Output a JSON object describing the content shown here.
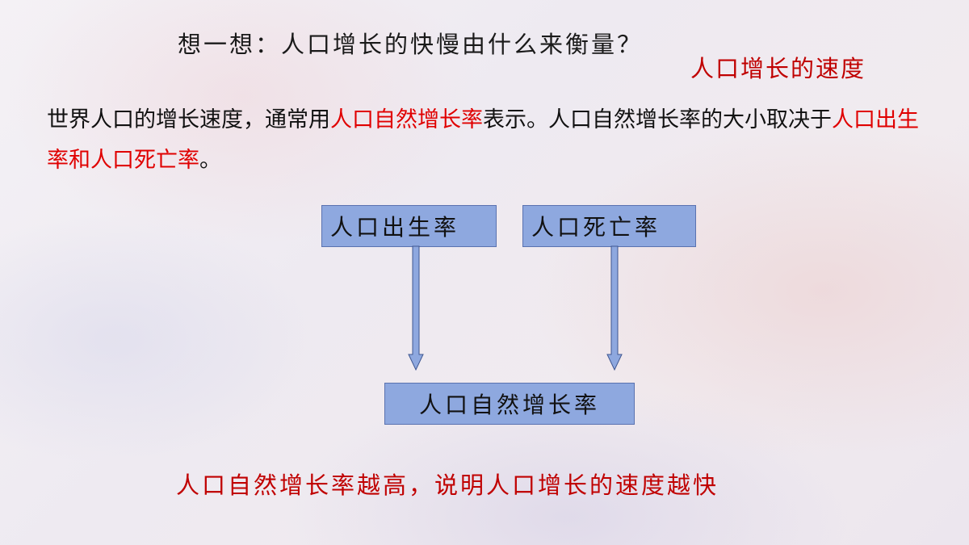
{
  "question": "想一想：人口增长的快慢由什么来衡量？",
  "answer": "人口增长的速度",
  "paragraph": {
    "part1": "世界人口的增长速度，通常用",
    "highlight1": "人口自然增长率",
    "part2": "表示。人口自然增长率的大小取决于",
    "highlight2": "人口出生率和人口死亡率",
    "part3": "。"
  },
  "diagram": {
    "birth_rate": "人口出生率",
    "death_rate": "人口死亡率",
    "natural_growth_rate": "人口自然增长率"
  },
  "conclusion": "人口自然增长率越高，说明人口增长的速度越快",
  "colors": {
    "highlight": "#e00000",
    "accent_red": "#c00000",
    "box_fill": "#8ea8df",
    "arrow_fill": "#8ea8df"
  }
}
